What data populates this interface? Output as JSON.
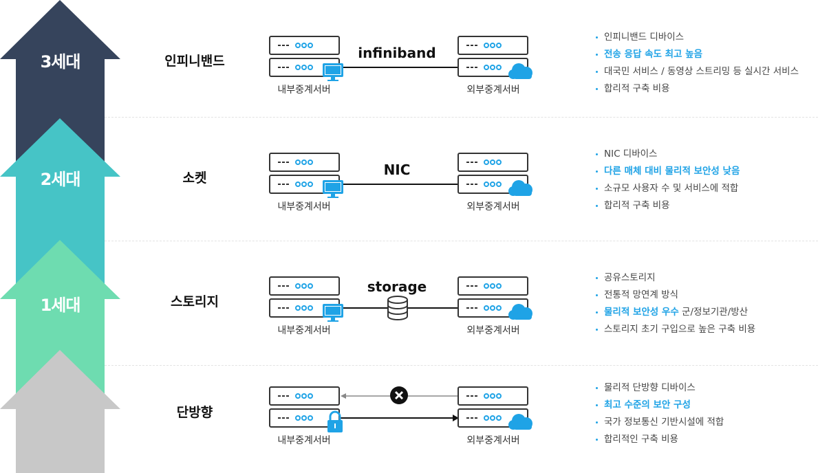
{
  "colors": {
    "gen3": "#36445c",
    "gen2": "#46c4c6",
    "gen1": "#6edcb0",
    "base": "#c8c8c8",
    "accent": "#1fa3e6"
  },
  "generations": [
    {
      "label": "3세대"
    },
    {
      "label": "2세대"
    },
    {
      "label": "1세대"
    }
  ],
  "rows": [
    {
      "title": "인피니밴드",
      "link_label": "infiniband",
      "internal_caption": "내부중계서버",
      "external_caption": "외부중계서버",
      "icons": [
        "monitor-icon",
        "cloud-icon"
      ],
      "features": [
        {
          "text": "인피니밴드 디바이스",
          "highlight": false
        },
        {
          "text": "전송 응답 속도 최고 높음",
          "highlight": true
        },
        {
          "text": "대국민 서비스 / 동영상 스트리밍 등 실시간 서비스",
          "highlight": false
        },
        {
          "text": "합리적 구축 비용",
          "highlight": false
        }
      ]
    },
    {
      "title": "소켓",
      "link_label": "NIC",
      "internal_caption": "내부중계서버",
      "external_caption": "외부중계서버",
      "icons": [
        "monitor-icon",
        "cloud-icon"
      ],
      "features": [
        {
          "text": "NIC 디바이스",
          "highlight": false
        },
        {
          "text": "다른 매체 대비 물리적 보안성 낮음",
          "highlight": true
        },
        {
          "text": "소규모 사용자 수 및 서비스에 적합",
          "highlight": false
        },
        {
          "text": "합리적 구축 비용",
          "highlight": false
        }
      ]
    },
    {
      "title": "스토리지",
      "link_label": "storage",
      "internal_caption": "내부중계서버",
      "external_caption": "외부중계서버",
      "icons": [
        "monitor-icon",
        "database-icon",
        "cloud-icon"
      ],
      "features": [
        {
          "text": "공유스토리지",
          "highlight": false
        },
        {
          "text": "전통적 망연계 방식",
          "highlight": false
        },
        {
          "highlight_part": "물리적 보안성 우수",
          "rest": " 군/정보기관/방산"
        },
        {
          "text": "스토리지 초기 구입으로 높은 구축 비용",
          "highlight": false
        }
      ]
    },
    {
      "title": "단방향",
      "internal_caption": "내부중계서버",
      "external_caption": "외부중계서버",
      "icons": [
        "lock-icon",
        "block-x-icon",
        "cloud-icon"
      ],
      "features": [
        {
          "text": "물리적 단방향 디바이스",
          "highlight": false
        },
        {
          "text": "최고 수준의 보안 구성",
          "highlight": true
        },
        {
          "text": "국가 정보통신 기반시설에 적합",
          "highlight": false
        },
        {
          "text": "합리적인 구축 비용",
          "highlight": false
        }
      ]
    }
  ]
}
